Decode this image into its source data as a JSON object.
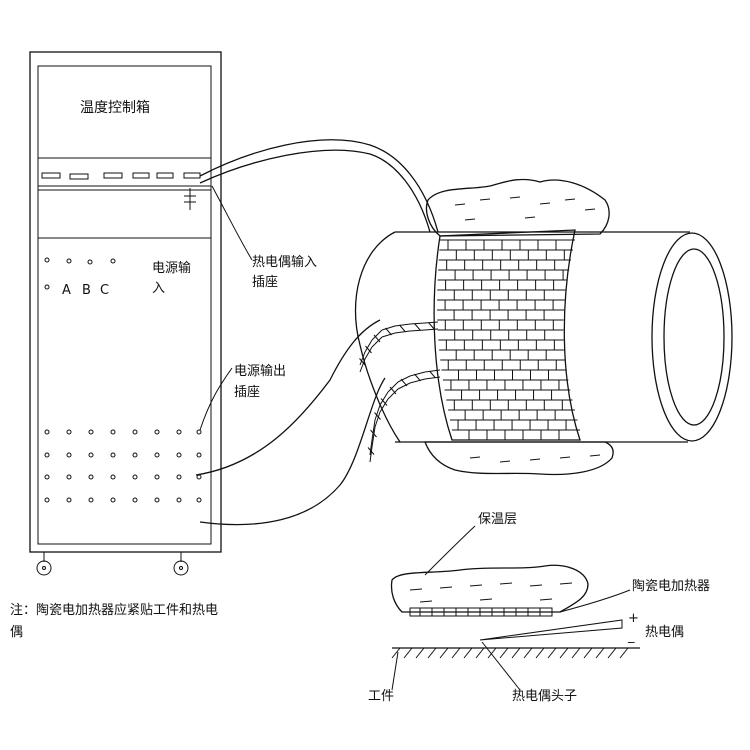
{
  "labels": {
    "cabinet_title": "温度控制箱",
    "thermocouple_socket_1": "热电偶输入",
    "thermocouple_socket_2": "插座",
    "power_input_1": "电源输",
    "power_input_2": "入",
    "phase_a": "A",
    "phase_b": "B",
    "phase_c": "C",
    "power_output_1": "电源输出",
    "power_output_2": "插座",
    "note_1": "注：陶瓷电加热器应紧贴工件和热电",
    "note_2": "偶",
    "insulation_layer": "保温层",
    "ceramic_heater": "陶瓷电加热器",
    "thermocouple": "热电偶",
    "plus_sign": "+",
    "minus_sign": "_",
    "workpiece": "工件",
    "thermocouple_tip": "热电偶头子"
  },
  "colors": {
    "line": "#111111",
    "background": "#ffffff"
  }
}
